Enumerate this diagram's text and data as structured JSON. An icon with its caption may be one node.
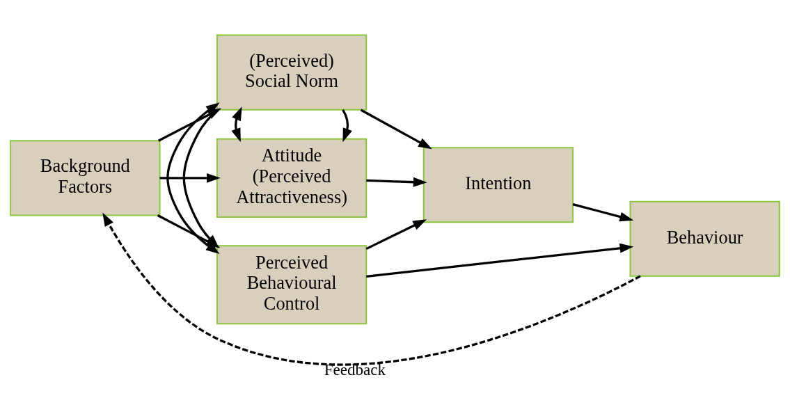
{
  "diagram": {
    "nodes": [
      {
        "text": [
          "Background Factors"
        ]
      },
      {
        "text": [
          "Attitude (Perceived Attractiveness)"
        ]
      },
      {
        "text": [
          "(Perceived) Social Norm"
        ]
      },
      {
        "text": [
          "Perceived Behavioural Control"
        ]
      },
      {
        "text": [
          "Intention"
        ]
      },
      {
        "text": [
          "Behaviour"
        ]
      }
    ],
    "edges": [
      {
        "from": 0,
        "to": 1,
        "arrow": "to"
      },
      {
        "from": 0,
        "to": 2,
        "arrow": "to"
      },
      {
        "from": 0,
        "to": 3,
        "arrow": "to"
      },
      {
        "from": 2,
        "to": 1,
        "arrow": "to"
      },
      {
        "from": 1,
        "to": 2,
        "arrow": "both"
      },
      {
        "from": 2,
        "to": 3,
        "arrow": "to"
      },
      {
        "from": 2,
        "to": 3,
        "arrow": "both"
      },
      {
        "from": 1,
        "to": 4,
        "arrow": "to"
      },
      {
        "from": 2,
        "to": 4,
        "arrow": "to"
      },
      {
        "from": 3,
        "to": 4,
        "arrow": "to"
      },
      {
        "from": 4,
        "to": 5,
        "arrow": "to"
      },
      {
        "from": 3,
        "to": 5,
        "arrow": "to"
      },
      {
        "from": 5,
        "to": 0,
        "arrow": "to",
        "label": "Feedback",
        "style": "dashed"
      }
    ]
  }
}
